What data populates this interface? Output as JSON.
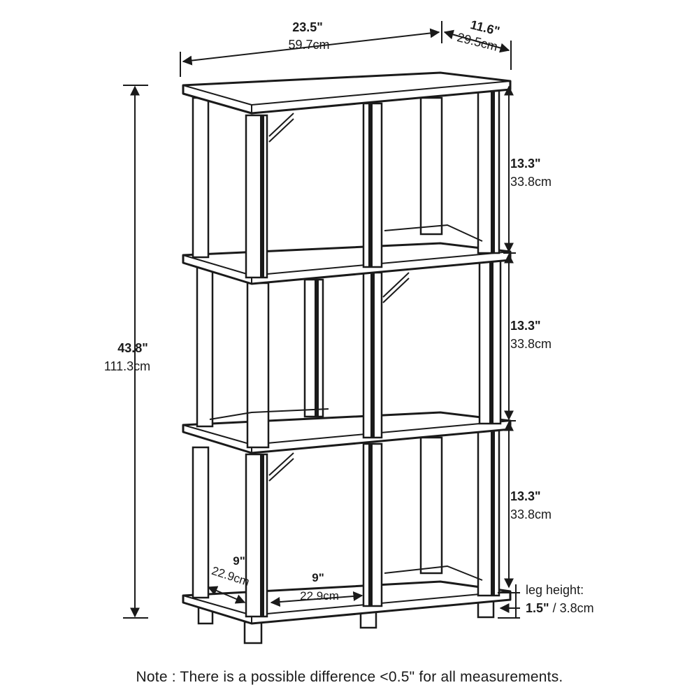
{
  "dimensions": {
    "width": {
      "inches": "23.5\"",
      "cm": "59.7cm"
    },
    "depth": {
      "inches": "11.6\"",
      "cm": "29.5cm"
    },
    "height": {
      "inches": "43.8\"",
      "cm": "111.3cm"
    },
    "shelf_spacing": [
      {
        "inches": "13.3\"",
        "cm": "33.8cm"
      },
      {
        "inches": "13.3\"",
        "cm": "33.8cm"
      },
      {
        "inches": "13.3\"",
        "cm": "33.8cm"
      }
    ],
    "cube_depth": {
      "inches": "9\"",
      "cm": "22.9cm"
    },
    "cube_width": {
      "inches": "9\"",
      "cm": "22.9cm"
    },
    "leg": {
      "label": "leg height:",
      "inches": "1.5\"",
      "separator": " / ",
      "cm": "3.8cm"
    }
  },
  "note": "Note : There is a possible difference <0.5\" for all measurements."
}
